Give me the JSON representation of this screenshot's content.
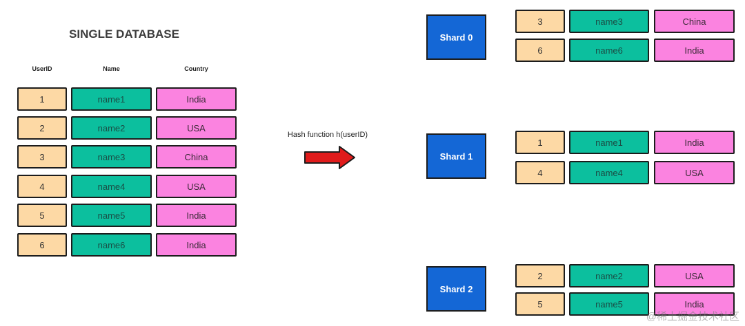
{
  "title": "SINGLE DATABASE",
  "headers": {
    "id": "UserID",
    "name": "Name",
    "country": "Country"
  },
  "rows": [
    {
      "id": "1",
      "name": "name1",
      "country": "India"
    },
    {
      "id": "2",
      "name": "name2",
      "country": "USA"
    },
    {
      "id": "3",
      "name": "name3",
      "country": "China"
    },
    {
      "id": "4",
      "name": "name4",
      "country": "USA"
    },
    {
      "id": "5",
      "name": "name5",
      "country": "India"
    },
    {
      "id": "6",
      "name": "name6",
      "country": "India"
    }
  ],
  "hash_label": "Hash function h(userID)",
  "shards": [
    {
      "label": "Shard 0",
      "rows": [
        {
          "id": "3",
          "name": "name3",
          "country": "China"
        },
        {
          "id": "6",
          "name": "name6",
          "country": "India"
        }
      ]
    },
    {
      "label": "Shard 1",
      "rows": [
        {
          "id": "1",
          "name": "name1",
          "country": "India"
        },
        {
          "id": "4",
          "name": "name4",
          "country": "USA"
        }
      ]
    },
    {
      "label": "Shard 2",
      "rows": [
        {
          "id": "2",
          "name": "name2",
          "country": "USA"
        },
        {
          "id": "5",
          "name": "name5",
          "country": "India"
        }
      ]
    }
  ],
  "watermark": "@稀土掘金技术社区",
  "colors": {
    "id_fill": "#fdd9a5",
    "name_fill": "#0cbf9e",
    "country_fill": "#fb83e0",
    "shard_fill": "#1467d6",
    "arrow_fill": "#e01b1b"
  }
}
